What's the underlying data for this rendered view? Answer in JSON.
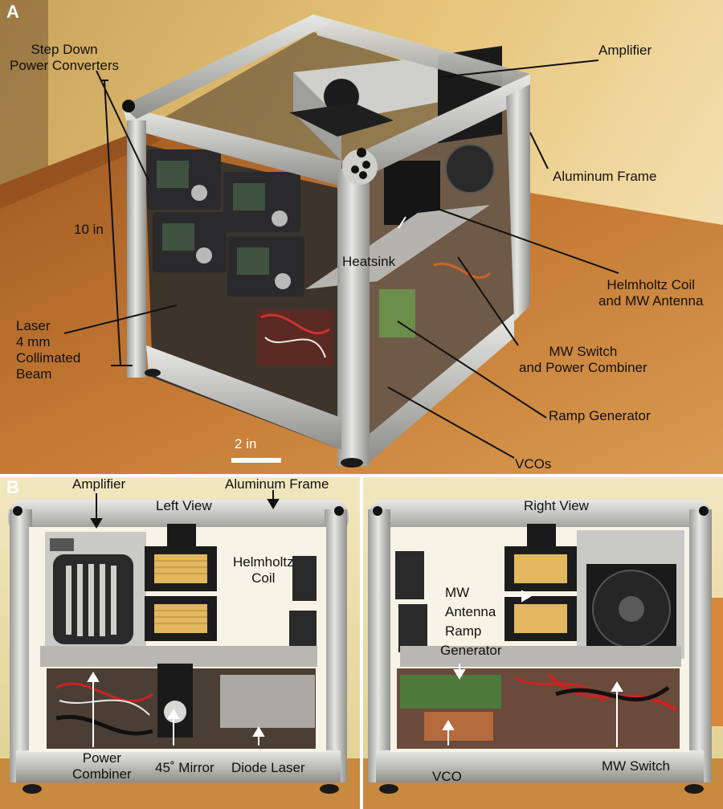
{
  "panels": {
    "a": "A",
    "b": "B"
  },
  "panel_a": {
    "step_down_l1": "Step Down",
    "step_down_l2": "Power Converters",
    "amplifier": "Amplifier",
    "aluminum_frame": "Aluminum Frame",
    "size_10in": "10 in",
    "heatsink": "Heatsink",
    "helmholtz_l1": "Helmholtz Coil",
    "helmholtz_l2": "and MW Antenna",
    "laser_l1": "Laser",
    "laser_l2": "4 mm",
    "laser_l3": "Collimated",
    "laser_l4": "Beam",
    "mw_switch_l1": "MW Switch",
    "mw_switch_l2": "and Power Combiner",
    "ramp_generator": "Ramp Generator",
    "scale_2in": "2 in",
    "vcos": "VCOs"
  },
  "panel_b_left": {
    "amplifier": "Amplifier",
    "aluminum_frame": "Aluminum Frame",
    "title": "Left View",
    "helmholtz_l1": "Helmholtz",
    "helmholtz_l2": "Coil",
    "power_l1": "Power",
    "power_l2": "Combiner",
    "mirror": "45˚ Mirror",
    "diode": "Diode Laser"
  },
  "panel_b_right": {
    "title": "Right View",
    "mw": "MW",
    "antenna": "Antenna",
    "ramp": "Ramp",
    "generator": "Generator",
    "vco": "VCO",
    "mw_switch": "MW Switch"
  }
}
